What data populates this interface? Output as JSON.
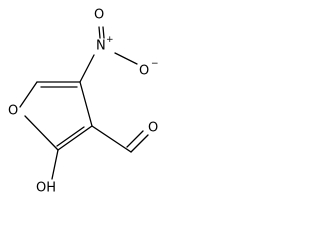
{
  "molecule": {
    "ring_oxygen": "O",
    "nitro_nitrogen": "N",
    "nitro_plus": "+",
    "nitro_oxygen_top": "O",
    "nitro_oxygen_right": "O",
    "nitro_minus": "−",
    "aldehyde_oxygen": "O",
    "hydroxyl": "OH"
  }
}
